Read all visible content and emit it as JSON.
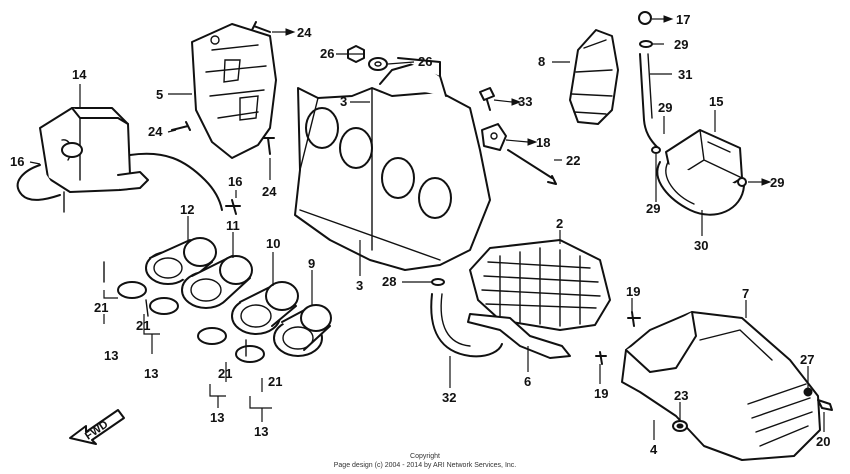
{
  "labels": [
    {
      "id": "l1",
      "text": "24"
    },
    {
      "id": "l2",
      "text": "17"
    },
    {
      "id": "l3",
      "text": "29"
    },
    {
      "id": "l4",
      "text": "26"
    },
    {
      "id": "l5",
      "text": "26"
    },
    {
      "id": "l6",
      "text": "8"
    },
    {
      "id": "l7",
      "text": "31"
    },
    {
      "id": "l8",
      "text": "14"
    },
    {
      "id": "l9",
      "text": "5"
    },
    {
      "id": "l10",
      "text": "33"
    },
    {
      "id": "l11",
      "text": "3"
    },
    {
      "id": "l12",
      "text": "15"
    },
    {
      "id": "l13",
      "text": "29"
    },
    {
      "id": "l14",
      "text": "24"
    },
    {
      "id": "l15",
      "text": "18"
    },
    {
      "id": "l16",
      "text": "16"
    },
    {
      "id": "l17",
      "text": "22"
    },
    {
      "id": "l18",
      "text": "24"
    },
    {
      "id": "l19",
      "text": "16"
    },
    {
      "id": "l20",
      "text": "29"
    },
    {
      "id": "l21",
      "text": "29"
    },
    {
      "id": "l22",
      "text": "12"
    },
    {
      "id": "l23",
      "text": "11"
    },
    {
      "id": "l24",
      "text": "2"
    },
    {
      "id": "l25",
      "text": "30"
    },
    {
      "id": "l26",
      "text": "10"
    },
    {
      "id": "l27",
      "text": "9"
    },
    {
      "id": "l28",
      "text": "3"
    },
    {
      "id": "l29",
      "text": "28"
    },
    {
      "id": "l30",
      "text": "19"
    },
    {
      "id": "l31",
      "text": "7"
    },
    {
      "id": "l32",
      "text": "21"
    },
    {
      "id": "l33",
      "text": "21"
    },
    {
      "id": "l34",
      "text": "13"
    },
    {
      "id": "l35",
      "text": "13"
    },
    {
      "id": "l36",
      "text": "6"
    },
    {
      "id": "l37",
      "text": "21"
    },
    {
      "id": "l38",
      "text": "21"
    },
    {
      "id": "l39",
      "text": "27"
    },
    {
      "id": "l40",
      "text": "19"
    },
    {
      "id": "l41",
      "text": "32"
    },
    {
      "id": "l42",
      "text": "23"
    },
    {
      "id": "l43",
      "text": "13"
    },
    {
      "id": "l44",
      "text": "13"
    },
    {
      "id": "l45",
      "text": "4"
    },
    {
      "id": "l46",
      "text": "20"
    }
  ],
  "direction_marker": "FWD",
  "copyright": {
    "line1": "Copyright",
    "line2": "Page design (c) 2004 - 2014 by ARI Network Services, Inc."
  }
}
